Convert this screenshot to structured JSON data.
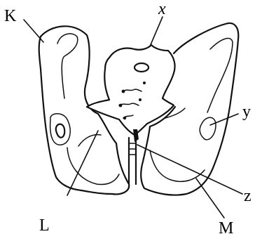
{
  "diagram": {
    "labels": {
      "k": "K",
      "x": "x",
      "y": "y",
      "z": "z",
      "l": "L",
      "m": "M"
    }
  }
}
